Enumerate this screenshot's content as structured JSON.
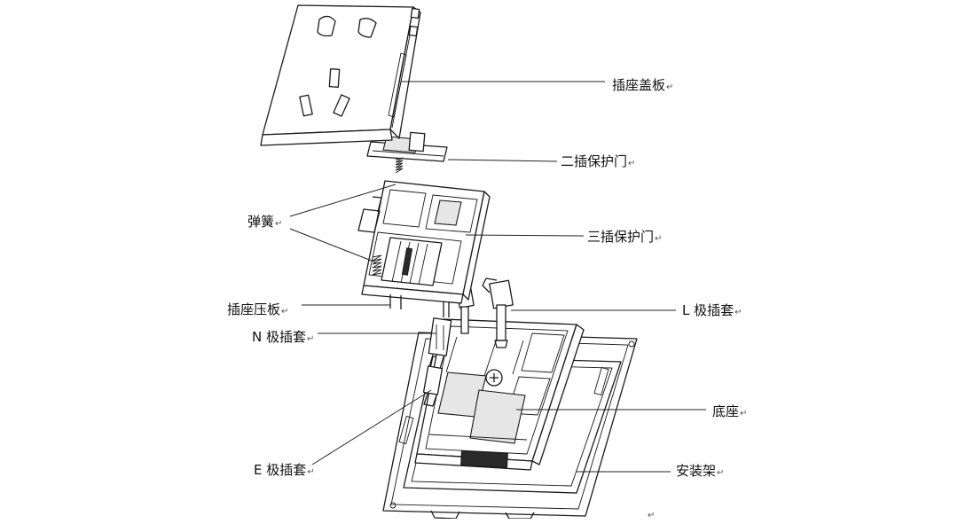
{
  "labels": {
    "cover_plate": "插座盖板",
    "two_pin_shutter": "二插保护门",
    "three_pin_shutter": "三插保护门",
    "spring": "弹簧",
    "pressing_plate": "插座压板",
    "l_sleeve": "L 极插套",
    "n_sleeve": "N 极插套",
    "base": "底座",
    "e_sleeve": "E 极插套",
    "mounting_frame": "安装架"
  },
  "paragraph_mark": "↵"
}
